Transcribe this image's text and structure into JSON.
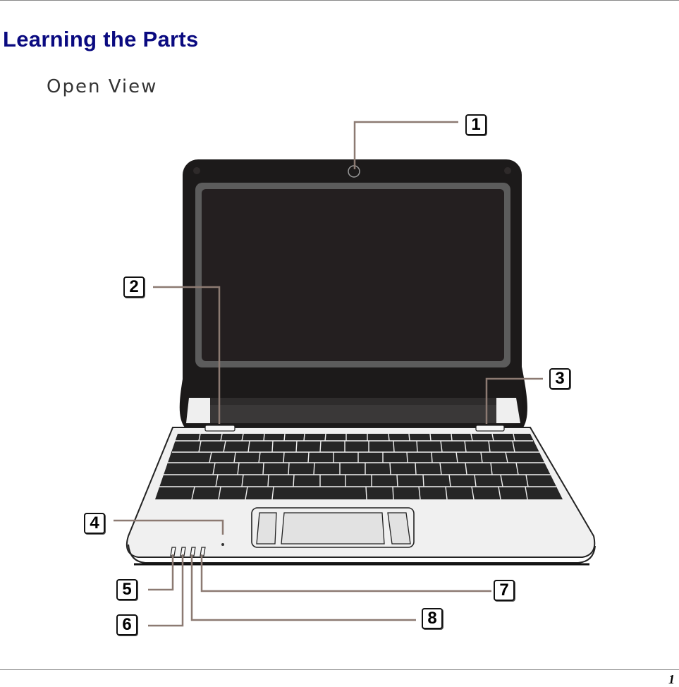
{
  "header": {
    "title": "Learning the Parts",
    "subtitle": "Open View"
  },
  "footer": {
    "page_number": "1"
  },
  "diagram": {
    "subject": "laptop-open-view",
    "leader_line_color": "#8c7a72",
    "callouts": [
      {
        "label": "1",
        "target": "webcam"
      },
      {
        "label": "2",
        "target": "left-speaker"
      },
      {
        "label": "3",
        "target": "right-speaker"
      },
      {
        "label": "4",
        "target": "microphone"
      },
      {
        "label": "5",
        "target": "status-indicator-1"
      },
      {
        "label": "6",
        "target": "status-indicator-2"
      },
      {
        "label": "7",
        "target": "status-indicator-4"
      },
      {
        "label": "8",
        "target": "status-indicator-3"
      }
    ]
  },
  "colors": {
    "title": "#0a0a80",
    "bezel": "#1c1a1a",
    "screen": "#241f20",
    "screen_frame": "#5c5c5c",
    "chassis": "#f0f0f0",
    "keys": "#262626"
  }
}
